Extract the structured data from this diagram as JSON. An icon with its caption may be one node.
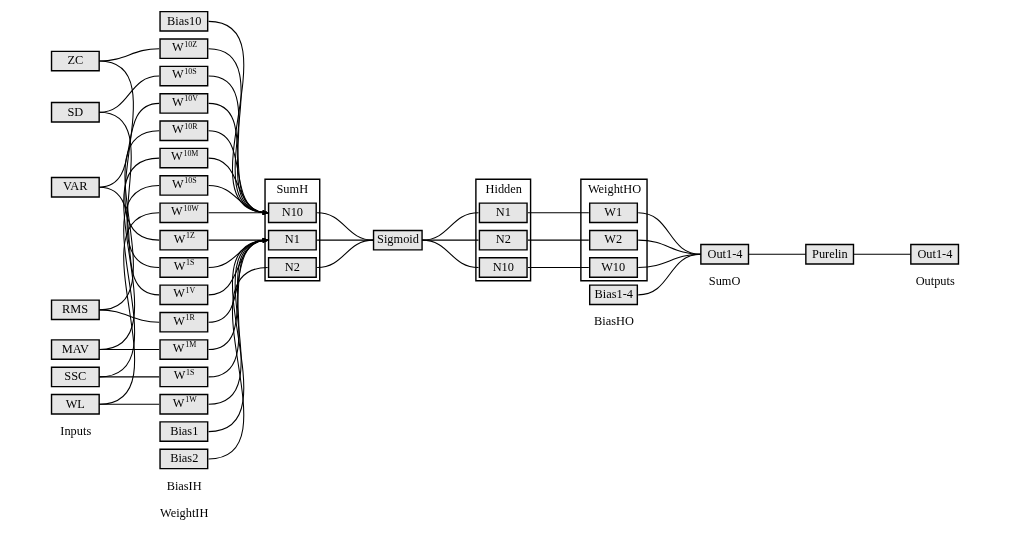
{
  "diagram": {
    "nodes": [
      {
        "text": [
          "MAV"
        ]
      },
      {
        "text": [
          "RMS"
        ]
      },
      {
        "text": [
          "VAR"
        ]
      },
      {
        "text": [
          "SD"
        ]
      },
      {
        "text": [
          "ZC"
        ]
      },
      {
        "text": [
          "SSC"
        ]
      },
      {
        "text": [
          "WL"
        ]
      },
      {
        "text": [
          "W$^{1M}$"
        ]
      },
      {
        "text": [
          "W$^{1R}$"
        ]
      },
      {
        "text": [
          "W$^{1V}$"
        ]
      },
      {
        "text": [
          "W$^{1S}$"
        ]
      },
      {
        "text": [
          "W$^{1Z}$"
        ]
      },
      {
        "text": [
          "W$^{1S}$"
        ]
      },
      {
        "text": [
          "W$^{1W}$"
        ]
      },
      {
        "text": [
          "W$^{10M}$"
        ]
      },
      {
        "text": [
          "W$^{10R}$"
        ]
      },
      {
        "text": [
          "W$^{10V}$"
        ]
      },
      {
        "text": [
          "W$^{10S}$"
        ]
      },
      {
        "text": [
          "W$^{10Z}$"
        ]
      },
      {
        "text": [
          "W$^{10S}$"
        ]
      },
      {
        "text": [
          "W$^{10W}$"
        ]
      },
      {
        "text": [
          "Bias1"
        ]
      },
      {
        "text": [
          "Bias2"
        ]
      },
      {
        "text": [
          "Bias10"
        ]
      },
      {
        "text": [
          "SumH"
        ]
      },
      {
        "text": [
          "N1"
        ],
        "in": 24
      },
      {
        "text": [
          "N2"
        ],
        "in": 24
      },
      {
        "text": [
          "N10"
        ],
        "in": 24
      },
      {
        "text": [
          "Sigmoid"
        ]
      },
      {
        "text": [
          "Hidden"
        ]
      },
      {
        "text": [
          "N1"
        ],
        "in": 29
      },
      {
        "text": [
          "N2"
        ],
        "in": 29
      },
      {
        "text": [
          "N10"
        ],
        "in": 29
      },
      {
        "text": [
          "WeightHO"
        ]
      },
      {
        "text": [
          "W1"
        ],
        "in": 33
      },
      {
        "text": [
          "W2"
        ],
        "in": 33
      },
      {
        "text": [
          "W10"
        ],
        "in": 33
      },
      {
        "text": [
          "Bias1-4"
        ]
      },
      {
        "text": [
          "Out1-4"
        ]
      },
      {
        "text": [
          "Purelin"
        ]
      },
      {
        "text": [
          "Out1-4"
        ]
      }
    ],
    "edges": [
      {
        "from": 0,
        "to": 7,
        "arrow": "none"
      },
      {
        "from": 0,
        "to": 14,
        "arrow": "none"
      },
      {
        "from": 1,
        "to": 8,
        "arrow": "none"
      },
      {
        "from": 1,
        "to": 15,
        "arrow": "none"
      },
      {
        "from": 2,
        "to": 9,
        "arrow": "none"
      },
      {
        "from": 2,
        "to": 16,
        "arrow": "none"
      },
      {
        "from": 3,
        "to": 10,
        "arrow": "none"
      },
      {
        "from": 3,
        "to": 17,
        "arrow": "none"
      },
      {
        "from": 4,
        "to": 11,
        "arrow": "none"
      },
      {
        "from": 4,
        "to": 18,
        "arrow": "none"
      },
      {
        "from": 5,
        "to": 12,
        "arrow": "none"
      },
      {
        "from": 5,
        "to": 19,
        "arrow": "none"
      },
      {
        "from": 6,
        "to": 13,
        "arrow": "none"
      },
      {
        "from": 6,
        "to": 20,
        "arrow": "none"
      },
      {
        "from": 7,
        "to": 25,
        "arrow": "to"
      },
      {
        "from": 8,
        "to": 25,
        "arrow": "to"
      },
      {
        "from": 9,
        "to": 25,
        "arrow": "to"
      },
      {
        "from": 10,
        "to": 25,
        "arrow": "to"
      },
      {
        "from": 11,
        "to": 25,
        "arrow": "to"
      },
      {
        "from": 12,
        "to": 25,
        "arrow": "to"
      },
      {
        "from": 13,
        "to": 25,
        "arrow": "to"
      },
      {
        "from": 14,
        "to": 27,
        "arrow": "to"
      },
      {
        "from": 15,
        "to": 27,
        "arrow": "to"
      },
      {
        "from": 16,
        "to": 27,
        "arrow": "to"
      },
      {
        "from": 17,
        "to": 27,
        "arrow": "to"
      },
      {
        "from": 18,
        "to": 27,
        "arrow": "to"
      },
      {
        "from": 19,
        "to": 27,
        "arrow": "to"
      },
      {
        "from": 20,
        "to": 27,
        "arrow": "to"
      },
      {
        "from": 21,
        "to": 25,
        "arrow": "none"
      },
      {
        "from": 22,
        "to": 26,
        "arrow": "none"
      },
      {
        "from": 23,
        "to": 27,
        "arrow": "none"
      },
      {
        "from": 25,
        "to": 28,
        "arrow": "none"
      },
      {
        "from": 26,
        "to": 28,
        "arrow": "none"
      },
      {
        "from": 27,
        "to": 28,
        "arrow": "none"
      },
      {
        "from": 28,
        "to": 30,
        "arrow": "none"
      },
      {
        "from": 28,
        "to": 31,
        "arrow": "none"
      },
      {
        "from": 28,
        "to": 32,
        "arrow": "none"
      },
      {
        "from": 30,
        "to": 34,
        "arrow": "none"
      },
      {
        "from": 31,
        "to": 35,
        "arrow": "none"
      },
      {
        "from": 32,
        "to": 36,
        "arrow": "none"
      },
      {
        "from": 34,
        "to": 38,
        "arrow": "none"
      },
      {
        "from": 35,
        "to": 38,
        "arrow": "none"
      },
      {
        "from": 36,
        "to": 38,
        "arrow": "none"
      },
      {
        "from": 37,
        "to": 38,
        "arrow": "none"
      },
      {
        "from": 38,
        "to": 39,
        "arrow": "none"
      },
      {
        "from": 39,
        "to": 40,
        "arrow": "none"
      }
    ],
    "labels": [
      "WeightIH",
      "BiasIH",
      "Inputs",
      "BiasHO",
      "SumO",
      "Outputs"
    ]
  }
}
